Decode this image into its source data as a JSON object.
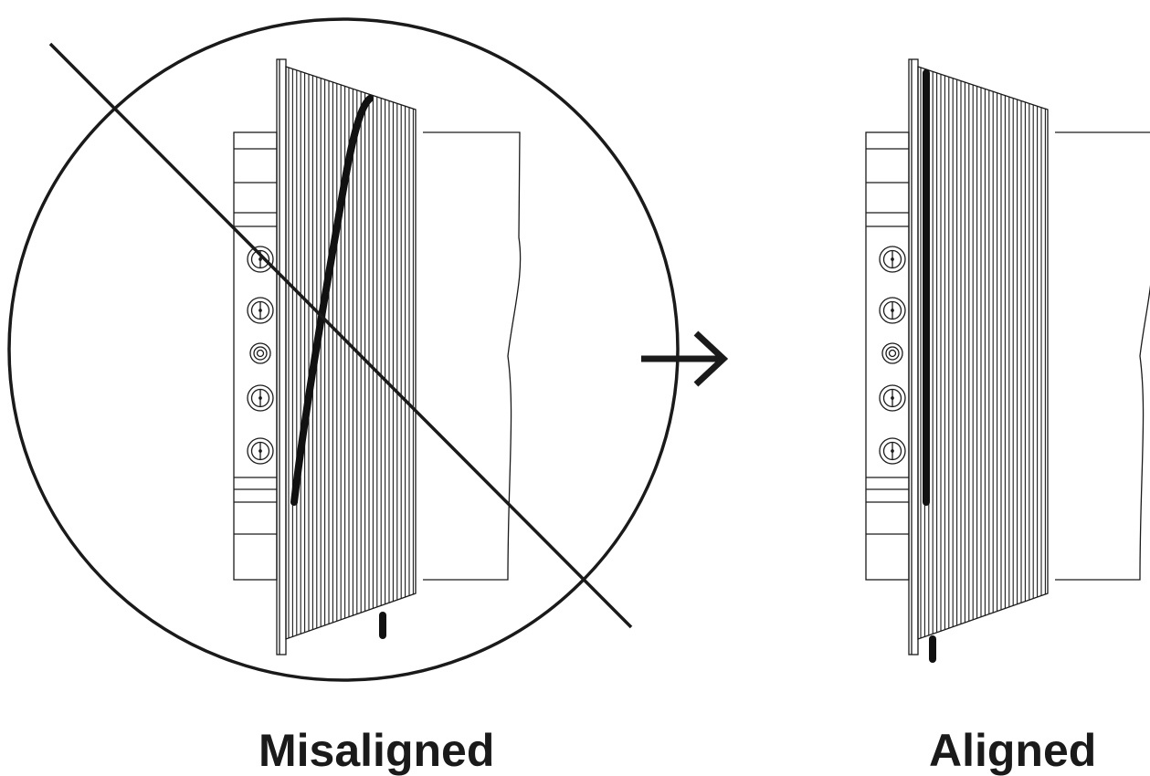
{
  "captions": {
    "misaligned": "Misaligned",
    "aligned": "Aligned"
  },
  "colors": {
    "line": "#1a1a1a",
    "background": "#ffffff",
    "cable": "#111111"
  },
  "panels": [
    {
      "id": "misaligned",
      "cable": "diagonal",
      "crossed_out": true
    },
    {
      "id": "aligned",
      "cable": "vertical",
      "crossed_out": false
    }
  ],
  "icons": {
    "arrow": "arrow-right-icon",
    "prohibition": "prohibition-circle-icon"
  }
}
